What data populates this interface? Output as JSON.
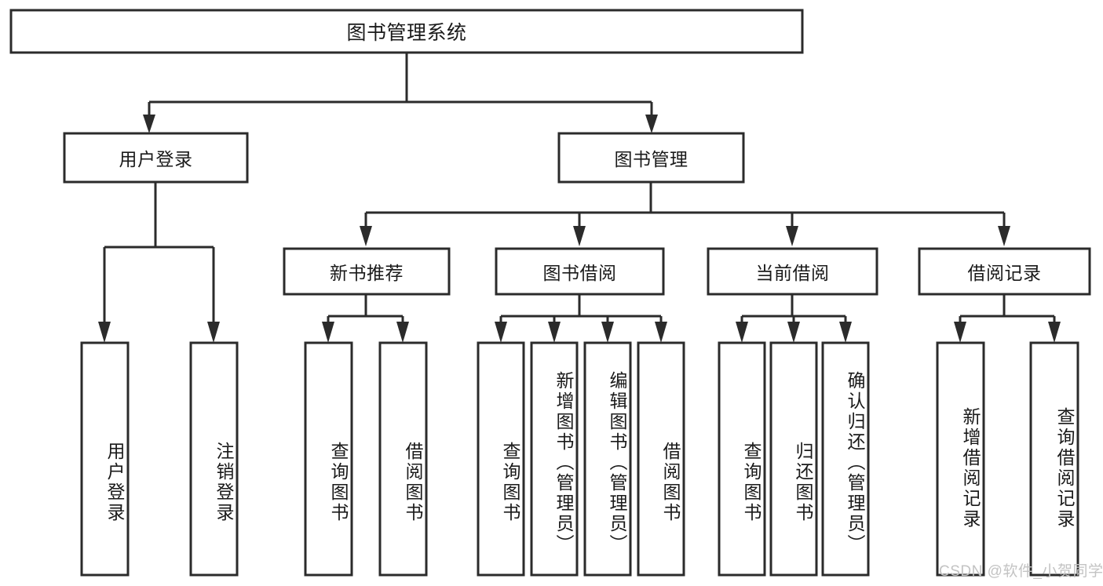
{
  "diagram": {
    "type": "tree-hierarchy-chart",
    "title": "图书管理系统",
    "root": {
      "id": "root",
      "label": "图书管理系统",
      "level": 0
    },
    "level1": [
      {
        "id": "user-login",
        "label": "用户登录"
      },
      {
        "id": "book-management",
        "label": "图书管理"
      }
    ],
    "level2": [
      {
        "id": "new-book-recommend",
        "label": "新书推荐",
        "parent": "book-management"
      },
      {
        "id": "book-borrow",
        "label": "图书借阅",
        "parent": "book-management"
      },
      {
        "id": "current-borrow",
        "label": "当前借阅",
        "parent": "book-management"
      },
      {
        "id": "borrow-record",
        "label": "借阅记录",
        "parent": "book-management"
      }
    ],
    "leaves": [
      {
        "id": "leaf-user-login",
        "label": "用户登录",
        "parent": "user-login"
      },
      {
        "id": "leaf-logout-login",
        "label": "注销登录",
        "parent": "user-login"
      },
      {
        "id": "leaf-query-book-1",
        "label": "查询图书",
        "parent": "new-book-recommend"
      },
      {
        "id": "leaf-borrow-book-1",
        "label": "借阅图书",
        "parent": "new-book-recommend"
      },
      {
        "id": "leaf-query-book-2",
        "label": "查询图书",
        "parent": "book-borrow"
      },
      {
        "id": "leaf-add-book",
        "label": "新增图书（管理员）",
        "parent": "book-borrow"
      },
      {
        "id": "leaf-edit-book",
        "label": "编辑图书（管理员）",
        "parent": "book-borrow"
      },
      {
        "id": "leaf-borrow-book-2",
        "label": "借阅图书",
        "parent": "book-borrow"
      },
      {
        "id": "leaf-query-book-3",
        "label": "查询图书",
        "parent": "current-borrow"
      },
      {
        "id": "leaf-return-book",
        "label": "归还图书",
        "parent": "current-borrow"
      },
      {
        "id": "leaf-confirm-return",
        "label": "确认归还（管理员）",
        "parent": "current-borrow"
      },
      {
        "id": "leaf-add-record",
        "label": "新增借阅记录",
        "parent": "borrow-record"
      },
      {
        "id": "leaf-query-record",
        "label": "查询借阅记录",
        "parent": "borrow-record"
      }
    ],
    "colors": {
      "stroke": "#2b2b2b",
      "fill": "#ffffff",
      "text": "#1a1a1a",
      "watermark": "#c3c3c3",
      "background": "#ffffff"
    }
  },
  "watermark": {
    "text": "CSDN @软件_小贺同学"
  }
}
